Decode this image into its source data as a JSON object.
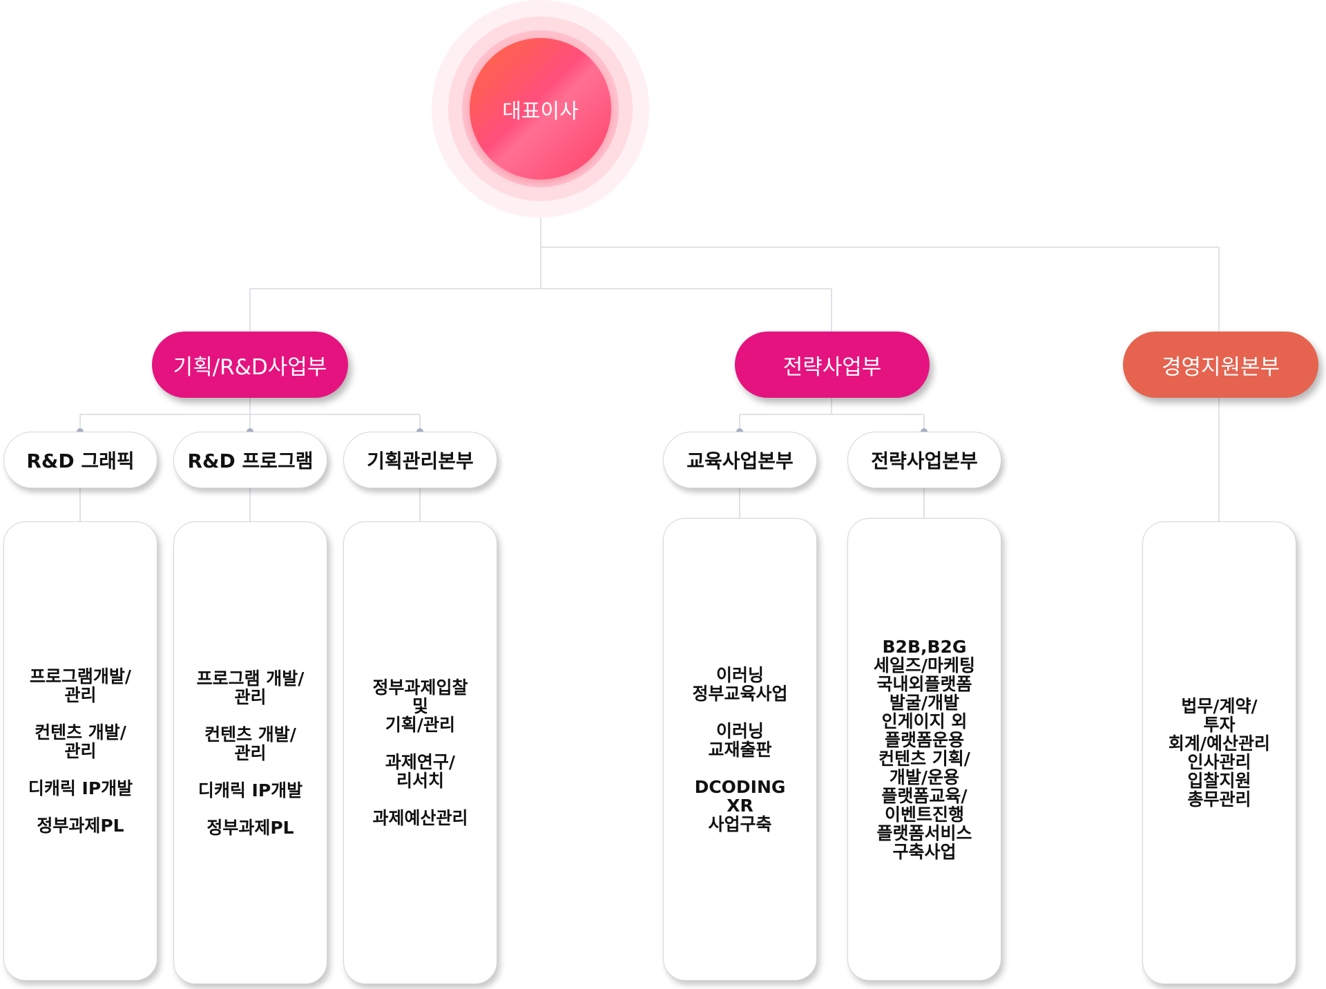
{
  "ceo": {
    "label": "대표이사",
    "color": "#ff4f7b"
  },
  "departments": [
    {
      "label": "기획/R&D사업부",
      "color": "#e5137f"
    },
    {
      "label": "전략사업부",
      "color": "#e5137f"
    },
    {
      "label": "경영지원본부",
      "color": "#e5634f"
    }
  ],
  "units": [
    {
      "label": "R&D 그래픽",
      "duties": [
        [
          "프로그램개발/",
          "관리"
        ],
        [
          "컨텐츠 개발/",
          "관리"
        ],
        [
          "디캐릭 IP개발"
        ],
        [
          "정부과제PL"
        ]
      ]
    },
    {
      "label": "R&D 프로그램",
      "duties": [
        [
          "프로그램 개발/",
          "관리"
        ],
        [
          "컨텐츠 개발/",
          "관리"
        ],
        [
          "디캐릭 IP개발"
        ],
        [
          "정부과제PL"
        ]
      ]
    },
    {
      "label": "기획관리본부",
      "duties": [
        [
          "정부과제입찰",
          "및",
          "기획/관리"
        ],
        [
          "과제연구/",
          "리서치"
        ],
        [
          "과제예산관리"
        ]
      ]
    },
    {
      "label": "교육사업본부",
      "duties": [
        [
          "이러닝",
          "정부교육사업"
        ],
        [
          "이러닝",
          "교재출판"
        ],
        [
          "DCODING",
          "XR",
          "사업구축"
        ]
      ]
    },
    {
      "label": "전략사업본부",
      "duties": [
        [
          "B2B,B2G",
          "세일즈/마케팅",
          "국내외플랫폼",
          "발굴/개발",
          "인게이지 외",
          "플랫폼운용",
          "컨텐츠 기획/",
          "개발/운용",
          "플랫폼교육/",
          "이벤트진행",
          "플랫폼서비스",
          "구축사업"
        ]
      ]
    }
  ],
  "support_duties": [
    "법무/계약/",
    "투자",
    "회계/예산관리",
    "인사관리",
    "입찰지원",
    "총무관리"
  ]
}
